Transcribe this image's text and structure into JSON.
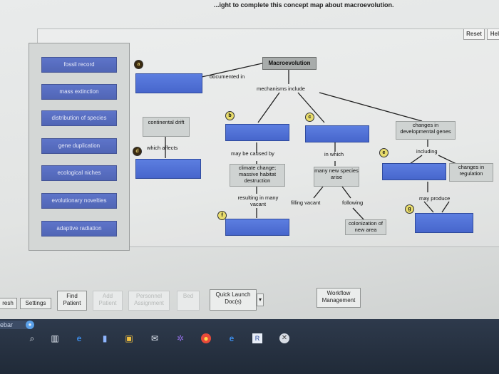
{
  "instruction": "...ight to complete this concept map about macroevolution.",
  "top_buttons": {
    "reset": "Reset",
    "help": "Hel"
  },
  "terms": [
    "fossil record",
    "mass extinction",
    "distribution of species",
    "gene duplication",
    "ecological niches",
    "evolutionary novelties",
    "adaptive radiation"
  ],
  "badges": {
    "a": "a",
    "b": "b",
    "c": "c",
    "d": "d",
    "e": "e",
    "f": "f",
    "g": "g"
  },
  "map": {
    "root": "Macroevolution",
    "documented_in": "documented in",
    "mechanisms_include": "mechanisms include",
    "continental_drift": "continental drift",
    "which_affects": "which affects",
    "may_be_caused_by": "may be caused by",
    "climate_change": "climate change; massive habitat destruction",
    "resulting_in": "resulting in many vacant",
    "filling_vacant": "filling vacant",
    "in_which": "in which",
    "many_new_species": "many new species arise",
    "following": "following",
    "colonization": "colonization of new area",
    "changes_dev_genes": "changes in developmental genes",
    "including": "including",
    "changes_regulation": "changes in regulation",
    "may_produce": "may produce"
  },
  "toolbar": {
    "refresh": "resh",
    "settings": "Settings",
    "find_patient": "Find Patient",
    "add_patient": "Add Patient",
    "personnel_assignment": "Personnel Assignment",
    "bed": "Bed",
    "quick_launch": "Quick Launch Doc(s)",
    "workflow": "Workflow Management"
  },
  "taskbar": {
    "label": "ebar"
  },
  "colors": {
    "term_fill": "#3a52b0",
    "drop_fill": "#4766cc",
    "badge_yellow": "#e8dc6c"
  }
}
